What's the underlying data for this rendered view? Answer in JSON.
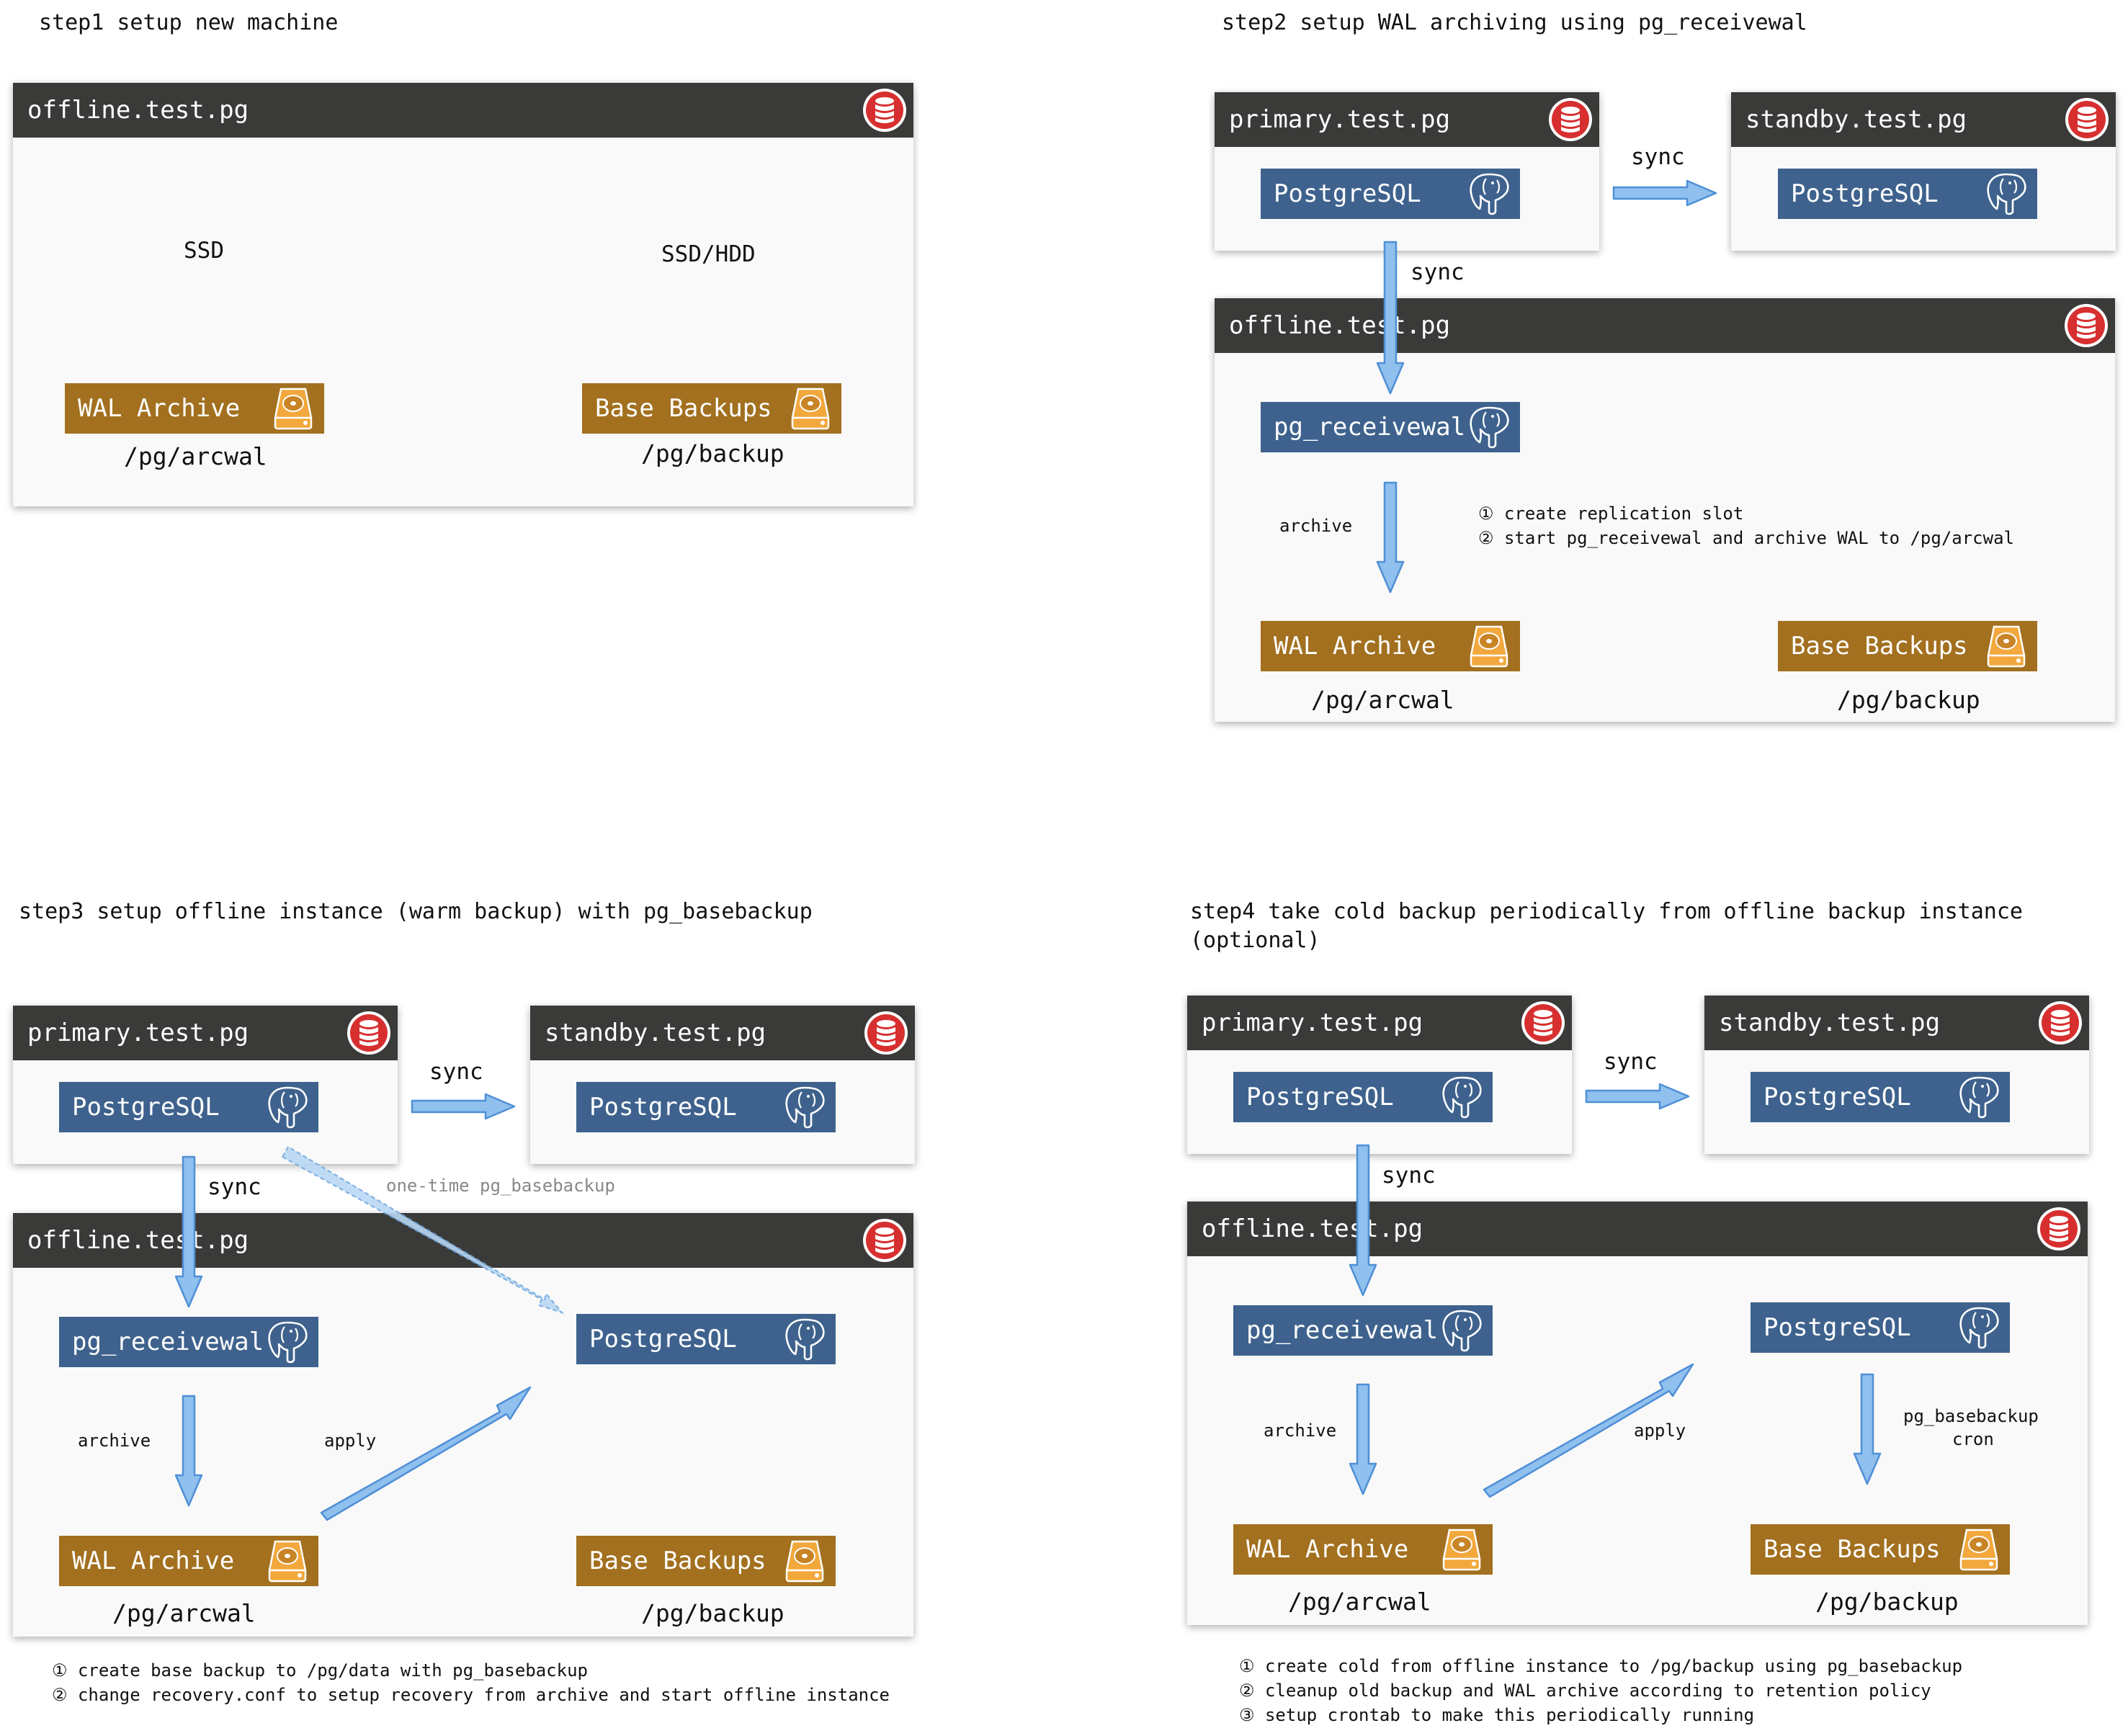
{
  "step1": {
    "title": "step1 setup new machine",
    "host": "offline.test.pg",
    "ssd": "SSD",
    "ssdhdd": "SSD/HDD",
    "wal": "WAL Archive",
    "wal_path": "/pg/arcwal",
    "backups": "Base Backups",
    "backups_path": "/pg/backup"
  },
  "step2": {
    "title": "step2 setup WAL archiving using pg_receivewal",
    "primary": "primary.test.pg",
    "standby": "standby.test.pg",
    "offline": "offline.test.pg",
    "postgresql": "PostgreSQL",
    "sync": "sync",
    "receivewal": "pg_receivewal",
    "archive": "archive",
    "note1": "① create replication slot",
    "note2": "② start pg_receivewal and archive WAL to /pg/arcwal",
    "wal": "WAL Archive",
    "wal_path": "/pg/arcwal",
    "backups": "Base Backups",
    "backups_path": "/pg/backup"
  },
  "step3": {
    "title": "step3 setup offline instance (warm backup) with pg_basebackup",
    "primary": "primary.test.pg",
    "standby": "standby.test.pg",
    "offline": "offline.test.pg",
    "postgresql": "PostgreSQL",
    "sync": "sync",
    "onetime": "one-time pg_basebackup",
    "receivewal": "pg_receivewal",
    "archive": "archive",
    "apply": "apply",
    "wal": "WAL Archive",
    "wal_path": "/pg/arcwal",
    "backups": "Base Backups",
    "backups_path": "/pg/backup",
    "note1": "① create base backup to /pg/data with pg_basebackup",
    "note2": "② change recovery.conf to setup recovery from archive and start offline instance"
  },
  "step4": {
    "title": "step4 take cold backup periodically from offline backup instance",
    "title2": "(optional)",
    "primary": "primary.test.pg",
    "standby": "standby.test.pg",
    "offline": "offline.test.pg",
    "postgresql": "PostgreSQL",
    "sync": "sync",
    "receivewal": "pg_receivewal",
    "archive": "archive",
    "apply": "apply",
    "basebackup": "pg_basebackup",
    "cron": "cron",
    "wal": "WAL Archive",
    "wal_path": "/pg/arcwal",
    "backups": "Base Backups",
    "backups_path": "/pg/backup",
    "note1": "① create cold from offline instance to /pg/backup using pg_basebackup",
    "note2": "② cleanup old backup and WAL archive according to retention policy",
    "note3": "③ setup crontab to make this periodically running"
  },
  "icons": {
    "server": "database-icon",
    "postgres": "elephant-icon",
    "disk": "hard-disk-icon"
  },
  "colors": {
    "header": "#3a3a39",
    "postgres_box": "#3e628d",
    "disk_box": "#a2701f",
    "arrow_fill": "#8fc0ee",
    "arrow_stroke": "#4f8fd6",
    "db_red": "#d72f2f"
  }
}
